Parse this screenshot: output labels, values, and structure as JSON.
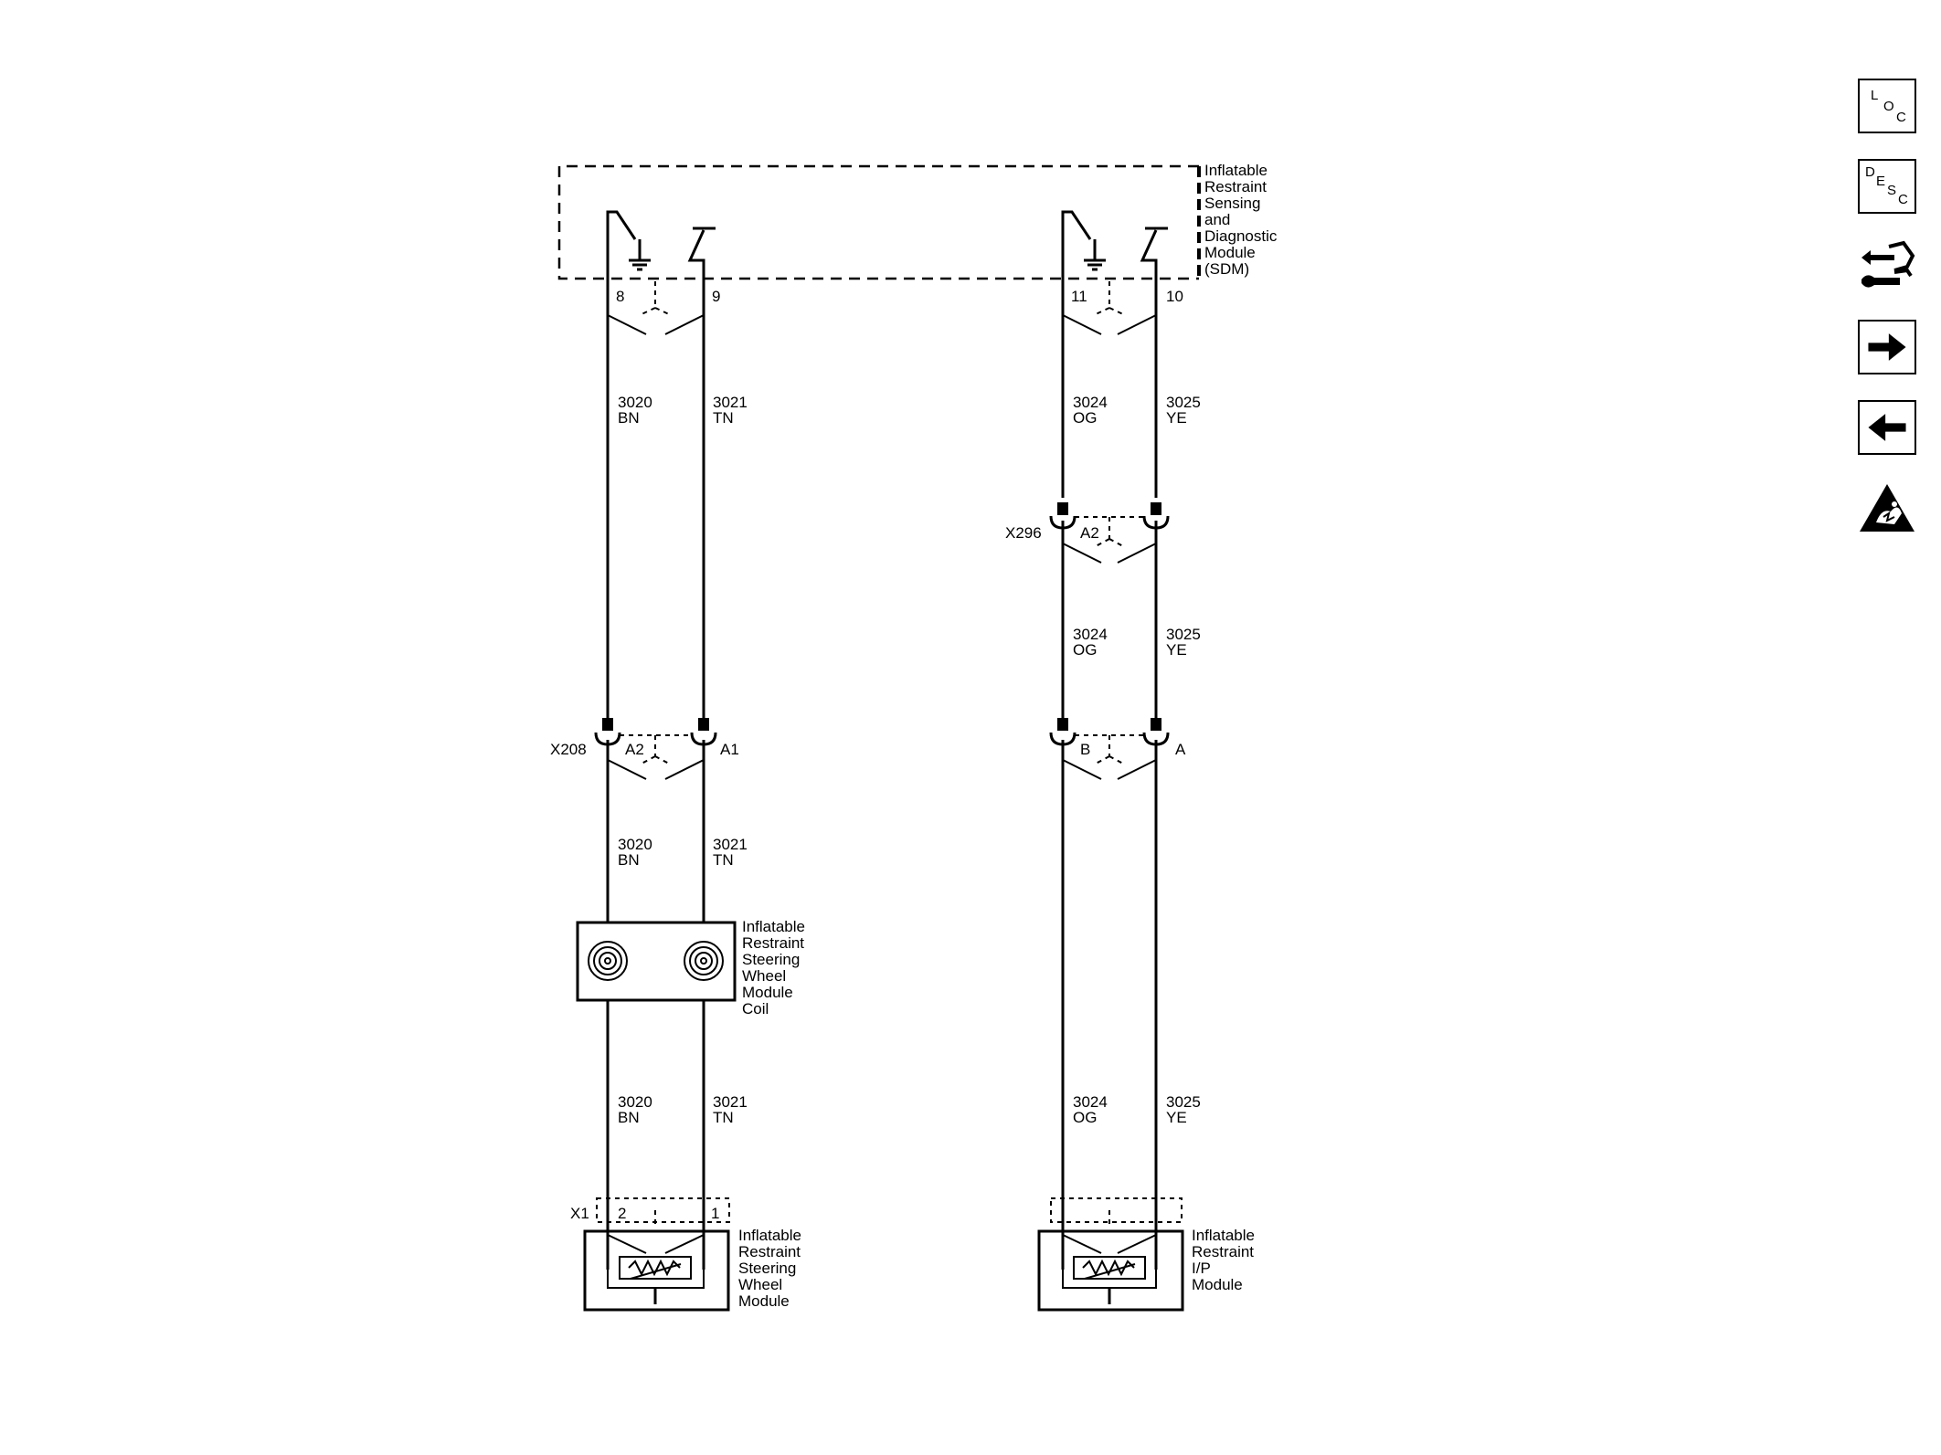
{
  "modules": {
    "sdm": [
      "Inflatable",
      "Restraint",
      "Sensing",
      "and",
      "Diagnostic",
      "Module",
      "(SDM)"
    ],
    "coil": [
      "Inflatable",
      "Restraint",
      "Steering",
      "Wheel",
      "Module",
      "Coil"
    ],
    "steering_module": [
      "Inflatable",
      "Restraint",
      "Steering",
      "Wheel",
      "Module"
    ],
    "ip_module": [
      "Inflatable",
      "Restraint",
      "I/P",
      "Module"
    ]
  },
  "connectors": {
    "x208": {
      "name": "X208",
      "left_pin": "A2",
      "right_pin": "A1"
    },
    "x296": {
      "name": "X296",
      "pin": "A2"
    },
    "right_lower": {
      "left_pin": "B",
      "right_pin": "A"
    },
    "x1": {
      "name": "X1",
      "left_pin": "2",
      "right_pin": "1"
    }
  },
  "sdm_pins": {
    "p8": "8",
    "p9": "9",
    "p11": "11",
    "p10": "10"
  },
  "circuits": {
    "c3020": {
      "number": "3020",
      "color": "BN"
    },
    "c3021": {
      "number": "3021",
      "color": "TN"
    },
    "c3024": {
      "number": "3024",
      "color": "OG"
    },
    "c3025": {
      "number": "3025",
      "color": "YE"
    }
  },
  "nav": {
    "loc": {
      "icon": "loc-icon",
      "letters": [
        "L",
        "O",
        "C"
      ]
    },
    "desc": {
      "icon": "desc-icon",
      "letters": [
        "D",
        "E",
        "S",
        "C"
      ]
    },
    "connector": {
      "icon": "connector-wrench-icon"
    },
    "next": {
      "icon": "arrow-right-icon"
    },
    "previous": {
      "icon": "arrow-left-icon"
    },
    "esd": {
      "icon": "esd-warning-icon"
    }
  }
}
